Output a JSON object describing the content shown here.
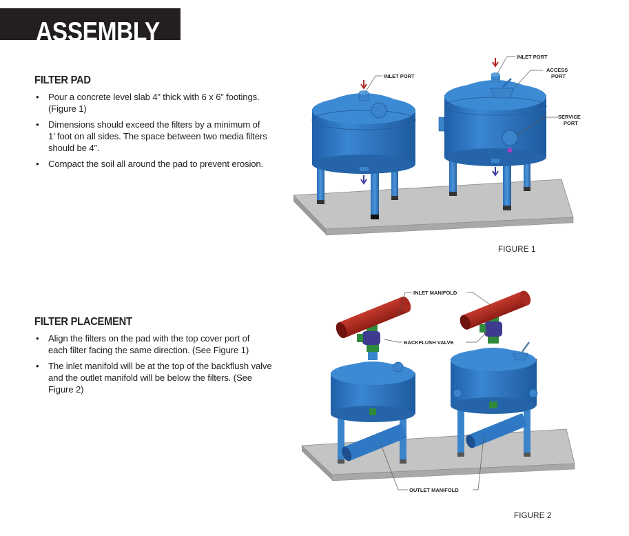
{
  "header": {
    "title": "ASSEMBLY",
    "banner_color": "#231f20"
  },
  "sections": [
    {
      "heading": "FILTER PAD",
      "bullets": [
        "Pour a concrete level slab 4” thick with 6 x 6” footings. (Figure 1)",
        "Dimensions should exceed the filters by a minimum of 1’ foot on all sides. The space between two media filters should be 4”.",
        "Compact the soil all around the pad to prevent erosion."
      ]
    },
    {
      "heading": "FILTER PLACEMENT",
      "bullets": [
        "Align the filters on the pad with the top cover port of each filter facing the same direction. (See Figure 1)",
        "The inlet manifold will be at the top of the backflush valve and the outlet manifold will be below the filters. (See Figure 2)"
      ]
    }
  ],
  "figures": [
    {
      "caption": "FIGURE 1",
      "callouts": {
        "inlet_port_left": "INLET PORT",
        "inlet_port_right": "INLET PORT",
        "access_port_1": "ACCESS",
        "access_port_2": "PORT",
        "service_port_1": "SERVICE",
        "service_port_2": "PORT"
      }
    },
    {
      "caption": "FIGURE 2",
      "callouts": {
        "inlet_manifold": "INLET MANIFOLD",
        "backflush_valve": "BACKFLUSH VALVE",
        "outlet_manifold": "OUTLET MANIFOLD"
      }
    }
  ],
  "colors": {
    "tank_blue": "#2f78c4",
    "manifold_red": "#b3271f",
    "valve_purple": "#3d3a8f",
    "fitting_green": "#2e8a3c",
    "pad_gray": "#bdbdbd",
    "arrow_red": "#b3271f",
    "arrow_blue": "#3b3b9e"
  }
}
